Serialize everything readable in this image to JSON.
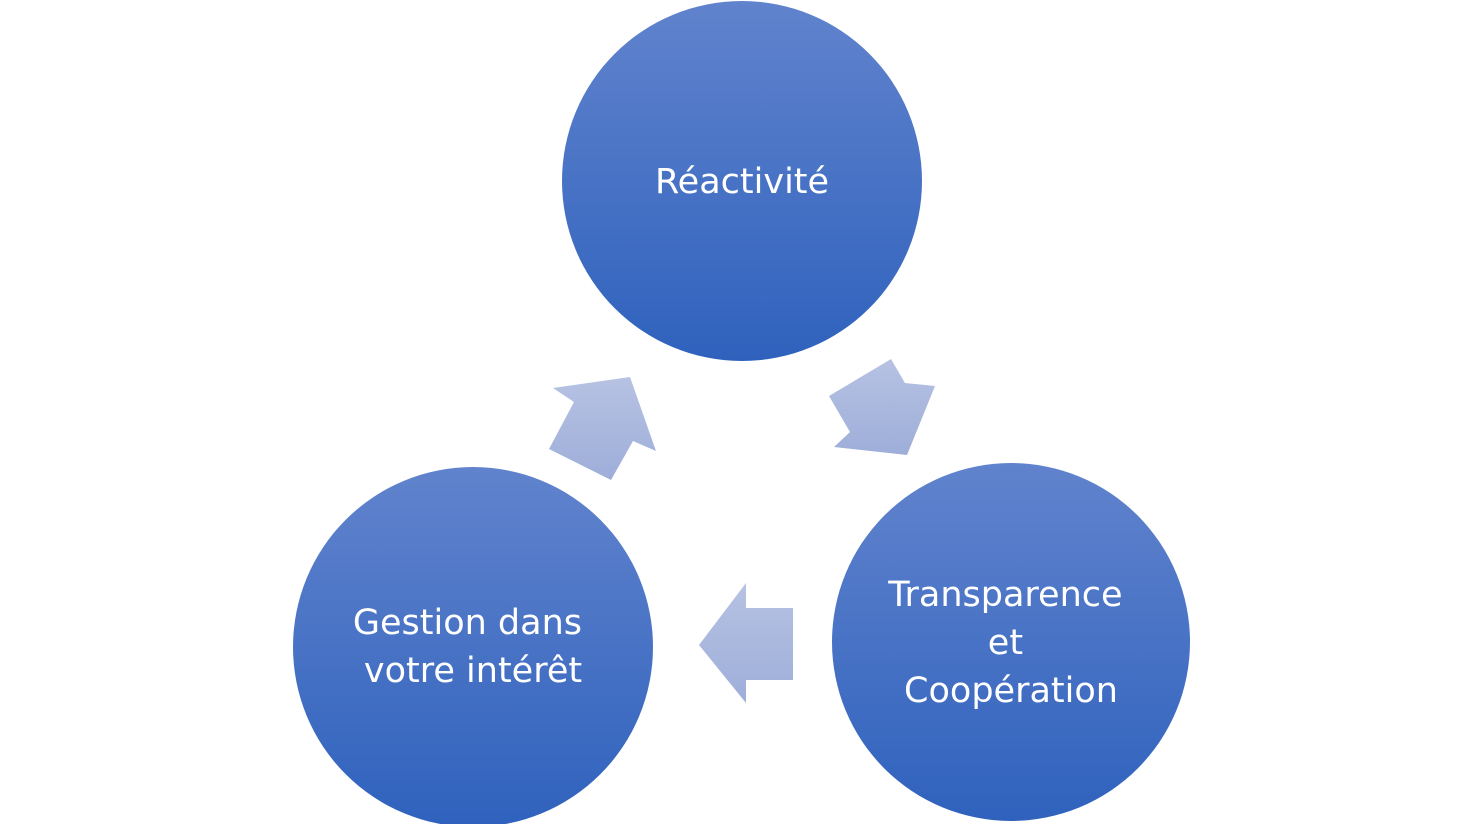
{
  "diagram": {
    "type": "cycle",
    "nodes": [
      {
        "id": "top",
        "lines": [
          "Réactivité"
        ]
      },
      {
        "id": "right",
        "lines": [
          "Transparence",
          "et",
          "Coopération"
        ]
      },
      {
        "id": "left",
        "lines": [
          "Gestion dans",
          "votre intérêt"
        ]
      }
    ],
    "flow": [
      "top",
      "right",
      "left",
      "top"
    ],
    "colors": {
      "circle_top": "#6183CD",
      "circle_bottom": "#2F62BD",
      "arrow_top": "#B7C2E3",
      "arrow_bottom": "#9DAED9",
      "text": "#FFFFFF"
    }
  }
}
